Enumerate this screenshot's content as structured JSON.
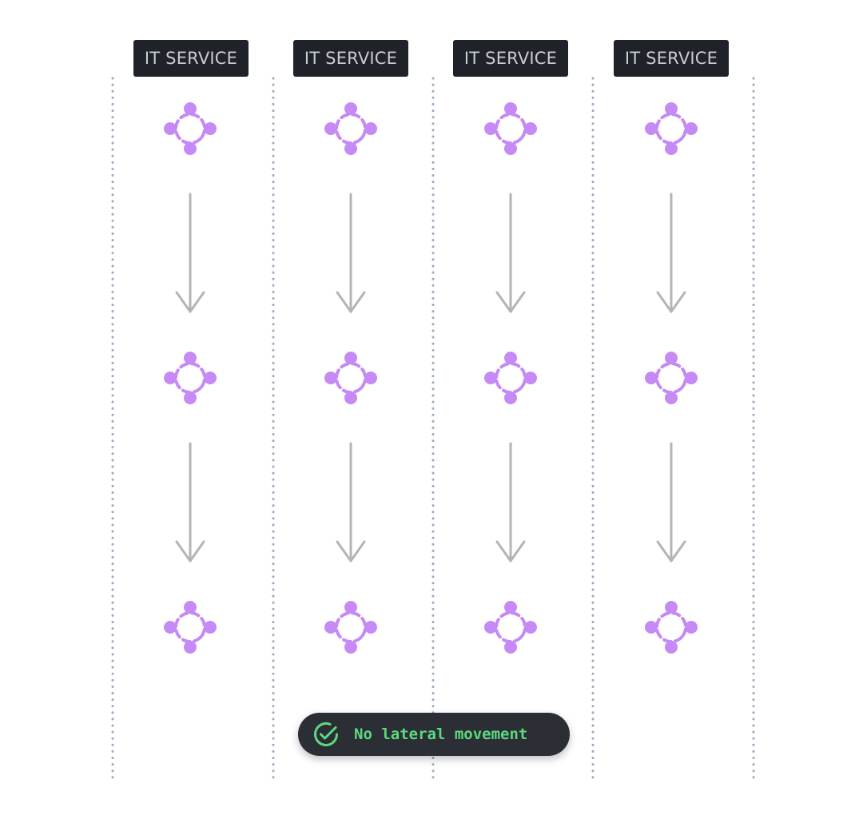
{
  "lanes": [
    {
      "label": "IT SERVICE"
    },
    {
      "label": "IT SERVICE"
    },
    {
      "label": "IT SERVICE"
    },
    {
      "label": "IT SERVICE"
    }
  ],
  "nodes_per_lane": 3,
  "status": {
    "text": "No lateral movement",
    "icon": "check-circle-icon"
  },
  "colors": {
    "node": "#c58af5",
    "arrow": "#b4b4b4",
    "divider": "#9aaac0",
    "label_bg": "#1f2329",
    "label_text": "#c9cdd2",
    "status_bg": "#2b2f35",
    "status_text": "#5ed87f"
  }
}
